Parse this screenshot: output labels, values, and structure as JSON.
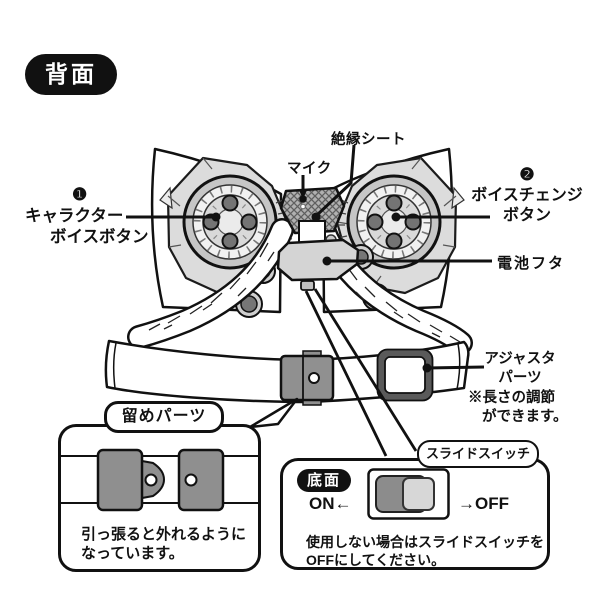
{
  "badge_back": {
    "label": "背面"
  },
  "labels": {
    "insulation": "絶縁シート",
    "mic": "マイク",
    "char_num": "❶",
    "char_line1": "キャラクター",
    "char_line2": "ボイスボタン",
    "change_num": "❷",
    "change_line1": "ボイスチェンジ",
    "change_line2": "ボタン",
    "battery": "電池フタ",
    "adjuster1": "アジャスタ",
    "adjuster2": "パーツ",
    "adjuster_note1": "※長さの調節",
    "adjuster_note2": "ができます。"
  },
  "fastener_box": {
    "title": "留めパーツ",
    "body1": "引っ張ると外れるように",
    "body2": "なっています。"
  },
  "bottom_box": {
    "badge": "底面",
    "switch_label": "スライドスイッチ",
    "on": "ON←",
    "off": "→OFF",
    "body1": "使用しない場合はスライドスイッチを",
    "body2": "OFFにしてください。"
  },
  "colors": {
    "line": "#111111",
    "gray_dark": "#767676",
    "gray_mid": "#8c8c8c",
    "gray_light": "#d9d9d9",
    "hatch_base": "#b0b0b0"
  }
}
